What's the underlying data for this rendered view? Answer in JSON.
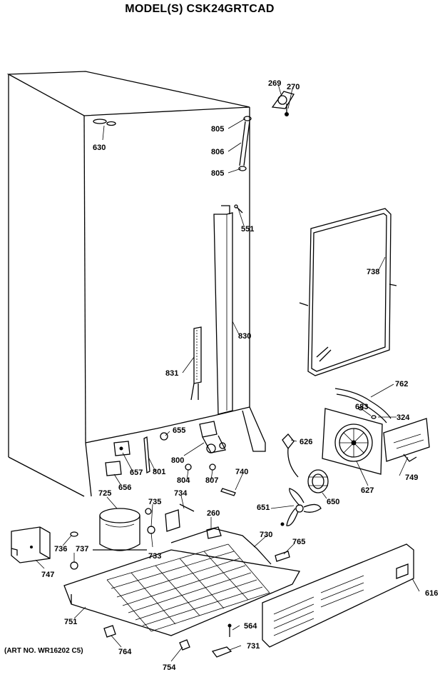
{
  "title": "MODEL(S) CSK24GRTCAD",
  "footer": "(ART NO. WR16202 C5)",
  "parts": {
    "p269": "269",
    "p270": "270",
    "p630": "630",
    "p805a": "805",
    "p806": "806",
    "p805b": "805",
    "p551": "551",
    "p738": "738",
    "p830": "830",
    "p831": "831",
    "p762": "762",
    "p683": "683",
    "p324": "324",
    "p655": "655",
    "p626": "626",
    "p657": "657",
    "p801": "801",
    "p800": "800",
    "p749": "749",
    "p627": "627",
    "p656": "656",
    "p804": "804",
    "p807": "807",
    "p740": "740",
    "p650": "650",
    "p725": "725",
    "p734": "734",
    "p735": "735",
    "p651": "651",
    "p260": "260",
    "p730": "730",
    "p765": "765",
    "p736": "736",
    "p737": "737",
    "p733": "733",
    "p747": "747",
    "p616": "616",
    "p751": "751",
    "p564": "564",
    "p764": "764",
    "p731": "731",
    "p754": "754"
  }
}
